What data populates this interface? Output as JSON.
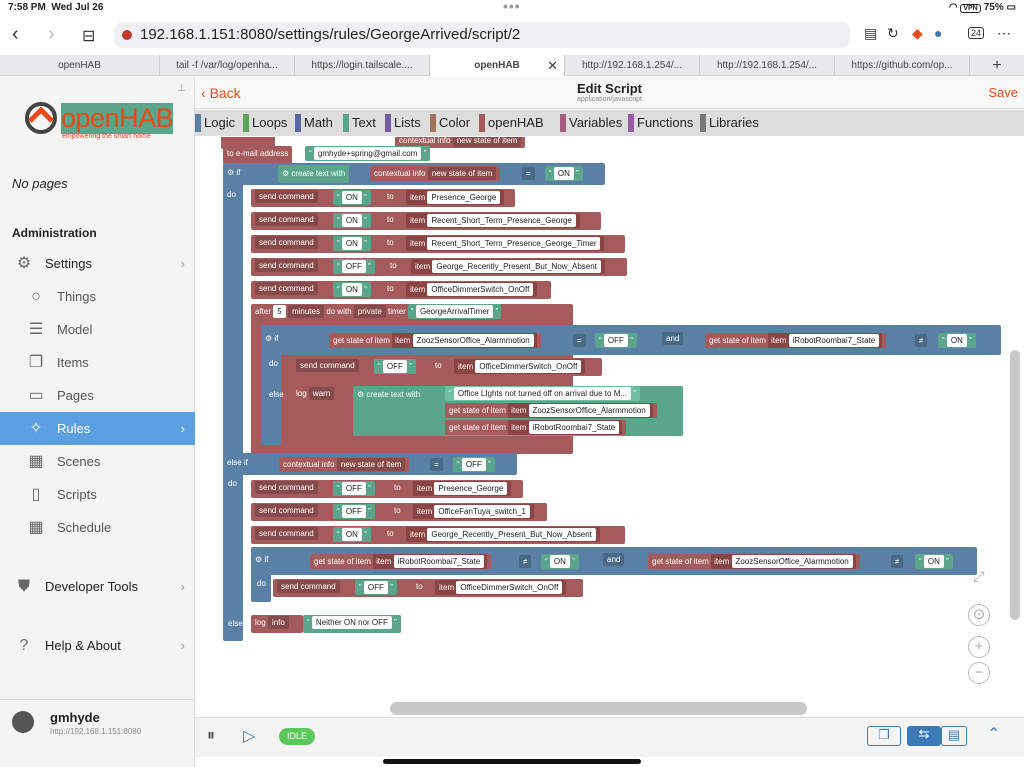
{
  "status": {
    "time": "7:58 PM",
    "date": "Wed Jul 26",
    "vpn": "VPN",
    "battery": "75%"
  },
  "browser": {
    "url": "192.168.1.151:8080/settings/rules/GeorgeArrived/script/2",
    "tab_count": "24",
    "tabs": [
      "openHAB",
      "tail -f /var/log/openha...",
      "https://login.tailscale....",
      "openHAB",
      "http://192.168.1.254/...",
      "http://192.168.1.254/...",
      "https://github.com/op..."
    ]
  },
  "sidebar": {
    "logo": "openHAB",
    "tagline": "empowering the smart home",
    "no_pages": "No pages",
    "admin_label": "Administration",
    "settings": "Settings",
    "items": [
      "Things",
      "Model",
      "Items",
      "Pages",
      "Rules",
      "Scenes",
      "Scripts",
      "Schedule"
    ],
    "dev_tools": "Developer Tools",
    "help": "Help & About",
    "user": "gmhyde",
    "user_url": "http://192.168.1.151:8080"
  },
  "editor": {
    "back": "Back",
    "title": "Edit Script",
    "subtitle": "application/javascript",
    "save": "Save",
    "categories": [
      {
        "name": "Logic",
        "color": "#5b80a5"
      },
      {
        "name": "Loops",
        "color": "#5ba55b"
      },
      {
        "name": "Math",
        "color": "#5b67a5"
      },
      {
        "name": "Text",
        "color": "#5ba58c"
      },
      {
        "name": "Lists",
        "color": "#745ba5"
      },
      {
        "name": "Color",
        "color": "#a5745b"
      },
      {
        "name": "openHAB",
        "color": "#a55b5b"
      },
      {
        "name": "Variables",
        "color": "#a55b80"
      },
      {
        "name": "Functions",
        "color": "#995ba5"
      },
      {
        "name": "Libraries",
        "color": "#777777"
      }
    ],
    "status": "IDLE"
  },
  "blocks": {
    "contextual_info": "contextual info",
    "new_state": "new state of item",
    "to_email": "to e-mail address",
    "email": "gmhyde+spring@gmail.com",
    "if": "if",
    "do": "do",
    "else_if": "else if",
    "else": "else",
    "create_text": "create text with",
    "eq": "=",
    "neq": "≠",
    "and": "and",
    "on": "ON",
    "off": "OFF",
    "send_command": "send command",
    "to": "to",
    "item": "item",
    "after": "after",
    "five": "5",
    "minutes": "minutes",
    "do_with": "do with",
    "private": "private",
    "timer": "timer",
    "timer_name": "GeorgeArrivalTimer",
    "get_state": "get state of item",
    "log": "log",
    "warn": "warn",
    "info": "info",
    "warn_text": "Office LIghts not turned off on arrival due to M...",
    "neither": "Neither ON nor OFF",
    "presence_george": "Presence_George",
    "recent_short": "Recent_Short_Term_Presence_George",
    "recent_short_timer": "Recent_Short_Term_Presence_George_Timer",
    "george_recently": "George_Recently_Present_But_Now_Absent",
    "office_dimmer": "OfficeDimmerSwitch_OnOff",
    "zooz": "ZoozSensorOffice_Alarmmotion",
    "roomba": "iRobotRoombai7_State",
    "fan": "OfficeFanTuya_switch_1"
  }
}
